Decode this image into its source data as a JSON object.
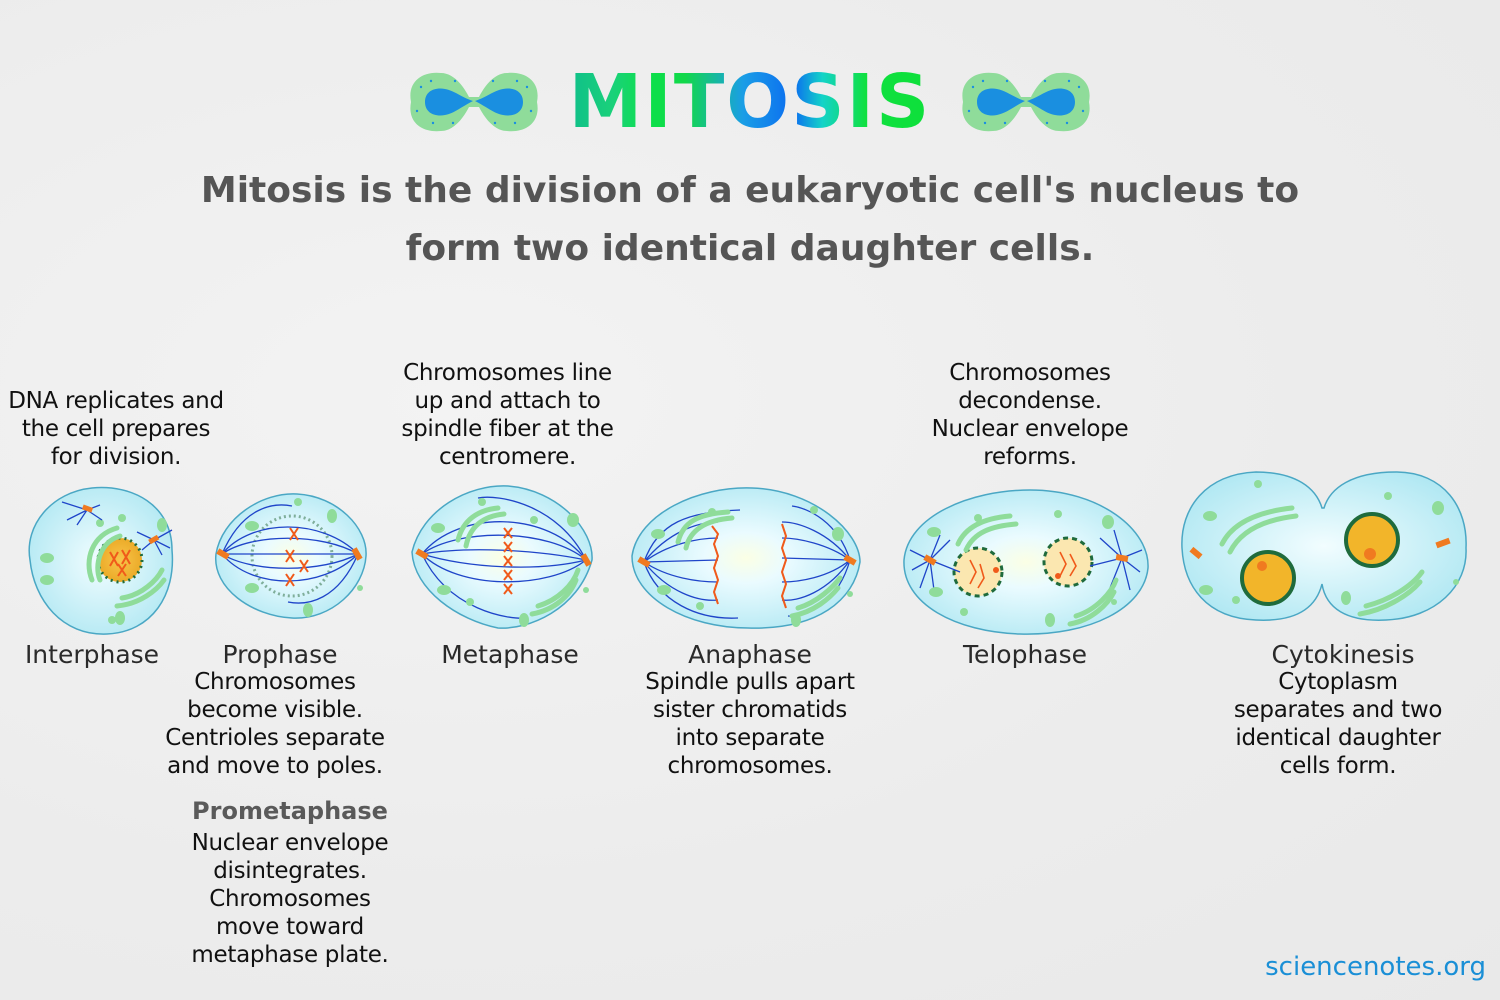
{
  "header": {
    "title": "MITOSIS",
    "subtitle_line1": "Mitosis is the division of a eukaryotic cell's nucleus to",
    "subtitle_line2": "form two identical daughter cells.",
    "decor_icon": "dividing-cell-icon"
  },
  "colors": {
    "cytoplasm": "#bfeef5",
    "cell_outline": "#4aa7c4",
    "spindle": "#1f45c9",
    "chromosome": "#f05a1a",
    "centriole": "#f07a20",
    "organelle": "#8fdc9a",
    "nucleus": "#f2b52a",
    "nuclear_envelope": "#1f6b3c",
    "subtitle_text": "#555555",
    "link": "#1a8fd6"
  },
  "phases": [
    {
      "name": "Interphase",
      "description": [
        "DNA replicates and",
        "the cell prepares",
        "for division."
      ]
    },
    {
      "name": "Prophase",
      "description": [
        "Chromosomes",
        "become visible.",
        "Centrioles separate",
        "and move to poles."
      ]
    },
    {
      "name": "Prometaphase",
      "description": [
        "Nuclear envelope",
        "disintegrates.",
        "Chromosomes",
        "move toward",
        "metaphase plate."
      ]
    },
    {
      "name": "Metaphase",
      "description": [
        "Chromosomes line",
        "up and attach to",
        "spindle fiber at the",
        "centromere."
      ]
    },
    {
      "name": "Anaphase",
      "description": [
        "Spindle pulls apart",
        "sister chromatids",
        "into separate",
        "chromosomes."
      ]
    },
    {
      "name": "Telophase",
      "description": [
        "Chromosomes",
        "decondense.",
        "Nuclear envelope",
        "reforms."
      ]
    },
    {
      "name": "Cytokinesis",
      "description": [
        "Cytoplasm",
        "separates and two",
        "identical daughter",
        "cells form."
      ]
    }
  ],
  "footer": {
    "source": "sciencenotes.org"
  }
}
